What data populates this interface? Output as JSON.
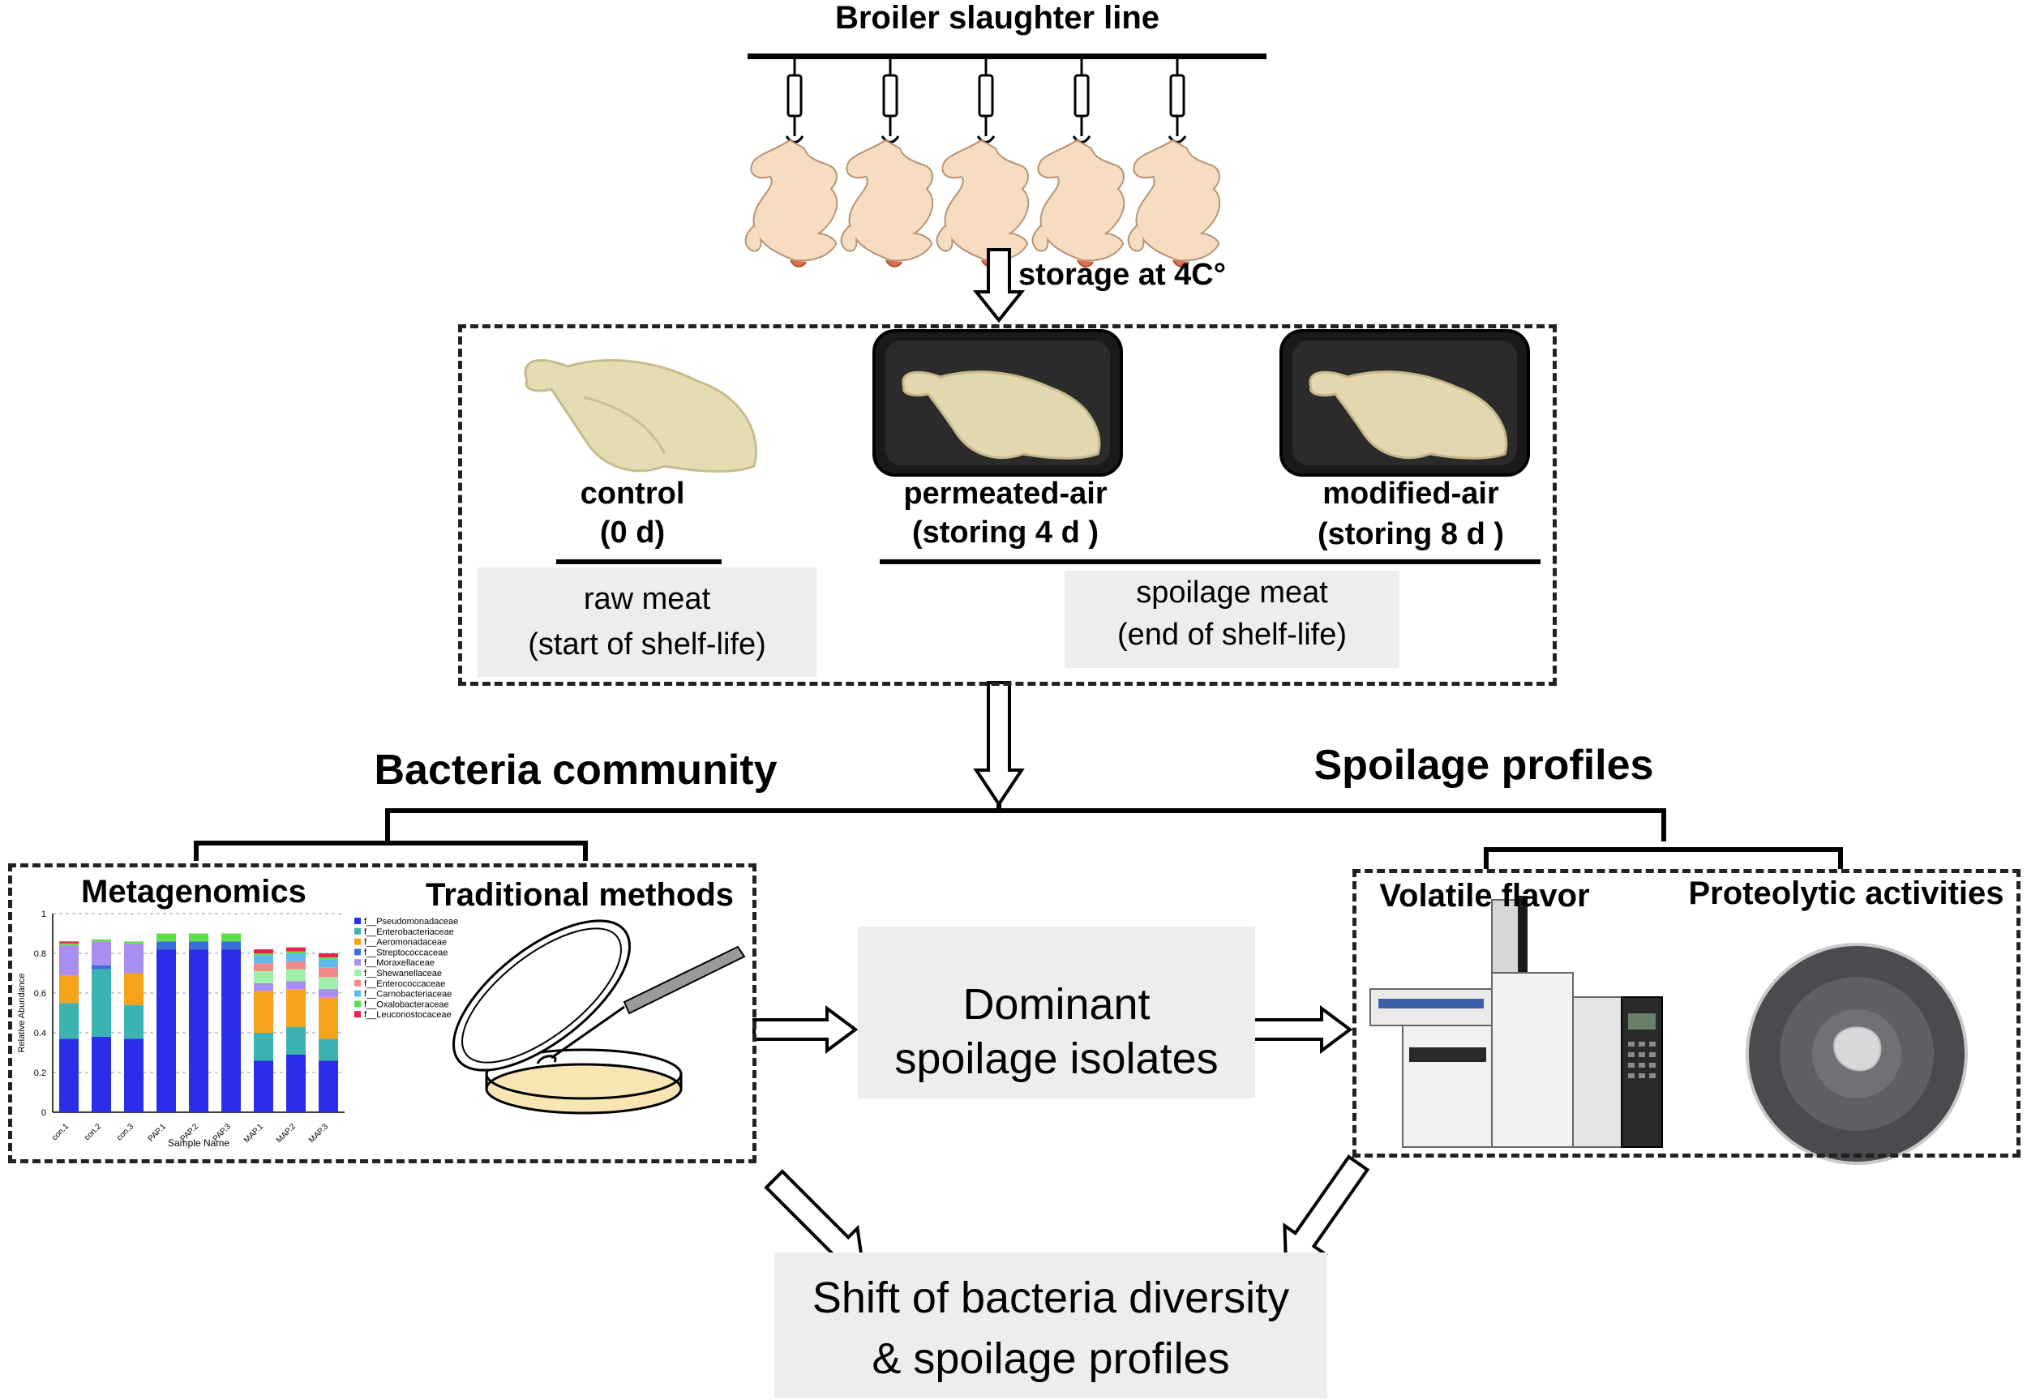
{
  "header": {
    "line_title": "Broiler slaughter line",
    "storage_label": "storage at 4C°"
  },
  "samples": {
    "control_name": "control",
    "control_time": "(0 d)",
    "pa_name": "permeated-air",
    "pa_time": "(storing 4 d )",
    "ma_name": "modified-air",
    "ma_time": "(storing 8 d )",
    "raw_title": "raw meat",
    "raw_sub": "(start of shelf-life)",
    "spoil_title": "spoilage meat",
    "spoil_sub": "(end of shelf-life)"
  },
  "sections": {
    "bacteria": "Bacteria community",
    "spoilage": "Spoilage profiles",
    "metagenomics": "Metagenomics",
    "traditional": "Traditional methods",
    "volatile": "Volatile flavor",
    "proteolytic": "Proteolytic activities",
    "dominant_1": "Dominant",
    "dominant_2": "spoilage isolates",
    "result_1": "Shift of bacteria diversity",
    "result_2": "&  spoilage profiles"
  },
  "chart_data": {
    "type": "bar",
    "stacked": true,
    "xlabel": "Sample Name",
    "ylabel": "Relative Abundance",
    "ylim": [
      0,
      1
    ],
    "yticks": [
      "0",
      "0.2",
      "0.4",
      "0.6",
      "0.8",
      "1"
    ],
    "categories": [
      "con.1",
      "con.2",
      "con.3",
      "PAP.1",
      "PAP.2",
      "PAP.3",
      "MAP.1",
      "MAP.2",
      "MAP.3"
    ],
    "series": [
      {
        "name": "f__Pseudomonadaceae",
        "color": "#2a2ee8",
        "values": [
          0.37,
          0.38,
          0.37,
          0.82,
          0.82,
          0.82,
          0.26,
          0.29,
          0.26
        ]
      },
      {
        "name": "f__Enterobacteriaceae",
        "color": "#3bb3b3",
        "values": [
          0.18,
          0.34,
          0.17,
          0.0,
          0.0,
          0.0,
          0.14,
          0.14,
          0.11
        ]
      },
      {
        "name": "f__Aeromonadaceae",
        "color": "#f7a21b",
        "values": [
          0.14,
          0.0,
          0.16,
          0.0,
          0.0,
          0.0,
          0.21,
          0.19,
          0.21
        ]
      },
      {
        "name": "f__Streptococcaceae",
        "color": "#3a6fd8",
        "values": [
          0.0,
          0.02,
          0.0,
          0.04,
          0.04,
          0.04,
          0.0,
          0.0,
          0.0
        ]
      },
      {
        "name": "f__Moraxellaceae",
        "color": "#a98ef0",
        "values": [
          0.15,
          0.12,
          0.15,
          0.0,
          0.0,
          0.0,
          0.04,
          0.04,
          0.04
        ]
      },
      {
        "name": "f__Shewanellaceae",
        "color": "#9ff0a8",
        "values": [
          0.0,
          0.0,
          0.0,
          0.0,
          0.0,
          0.0,
          0.06,
          0.06,
          0.06
        ]
      },
      {
        "name": "f__Enterococcaceae",
        "color": "#f28a8a",
        "values": [
          0.0,
          0.0,
          0.0,
          0.0,
          0.0,
          0.0,
          0.04,
          0.04,
          0.05
        ]
      },
      {
        "name": "f__Carnobacteriaceae",
        "color": "#62b9f2",
        "values": [
          0.0,
          0.0,
          0.0,
          0.0,
          0.0,
          0.0,
          0.04,
          0.04,
          0.04
        ]
      },
      {
        "name": "f__Oxalobacteraceae",
        "color": "#5ce04a",
        "values": [
          0.01,
          0.01,
          0.01,
          0.04,
          0.04,
          0.04,
          0.01,
          0.01,
          0.01
        ]
      },
      {
        "name": "f__Leuconostocaceae",
        "color": "#e8224a",
        "values": [
          0.01,
          0.0,
          0.0,
          0.0,
          0.0,
          0.0,
          0.02,
          0.02,
          0.02
        ]
      }
    ],
    "legend_position": "right"
  },
  "colors": {
    "chicken_skin": "#f6dcc0",
    "panel_gray": "#ededed",
    "tray_dark": "#1a1a1a",
    "meat": "#e6dcb4"
  }
}
